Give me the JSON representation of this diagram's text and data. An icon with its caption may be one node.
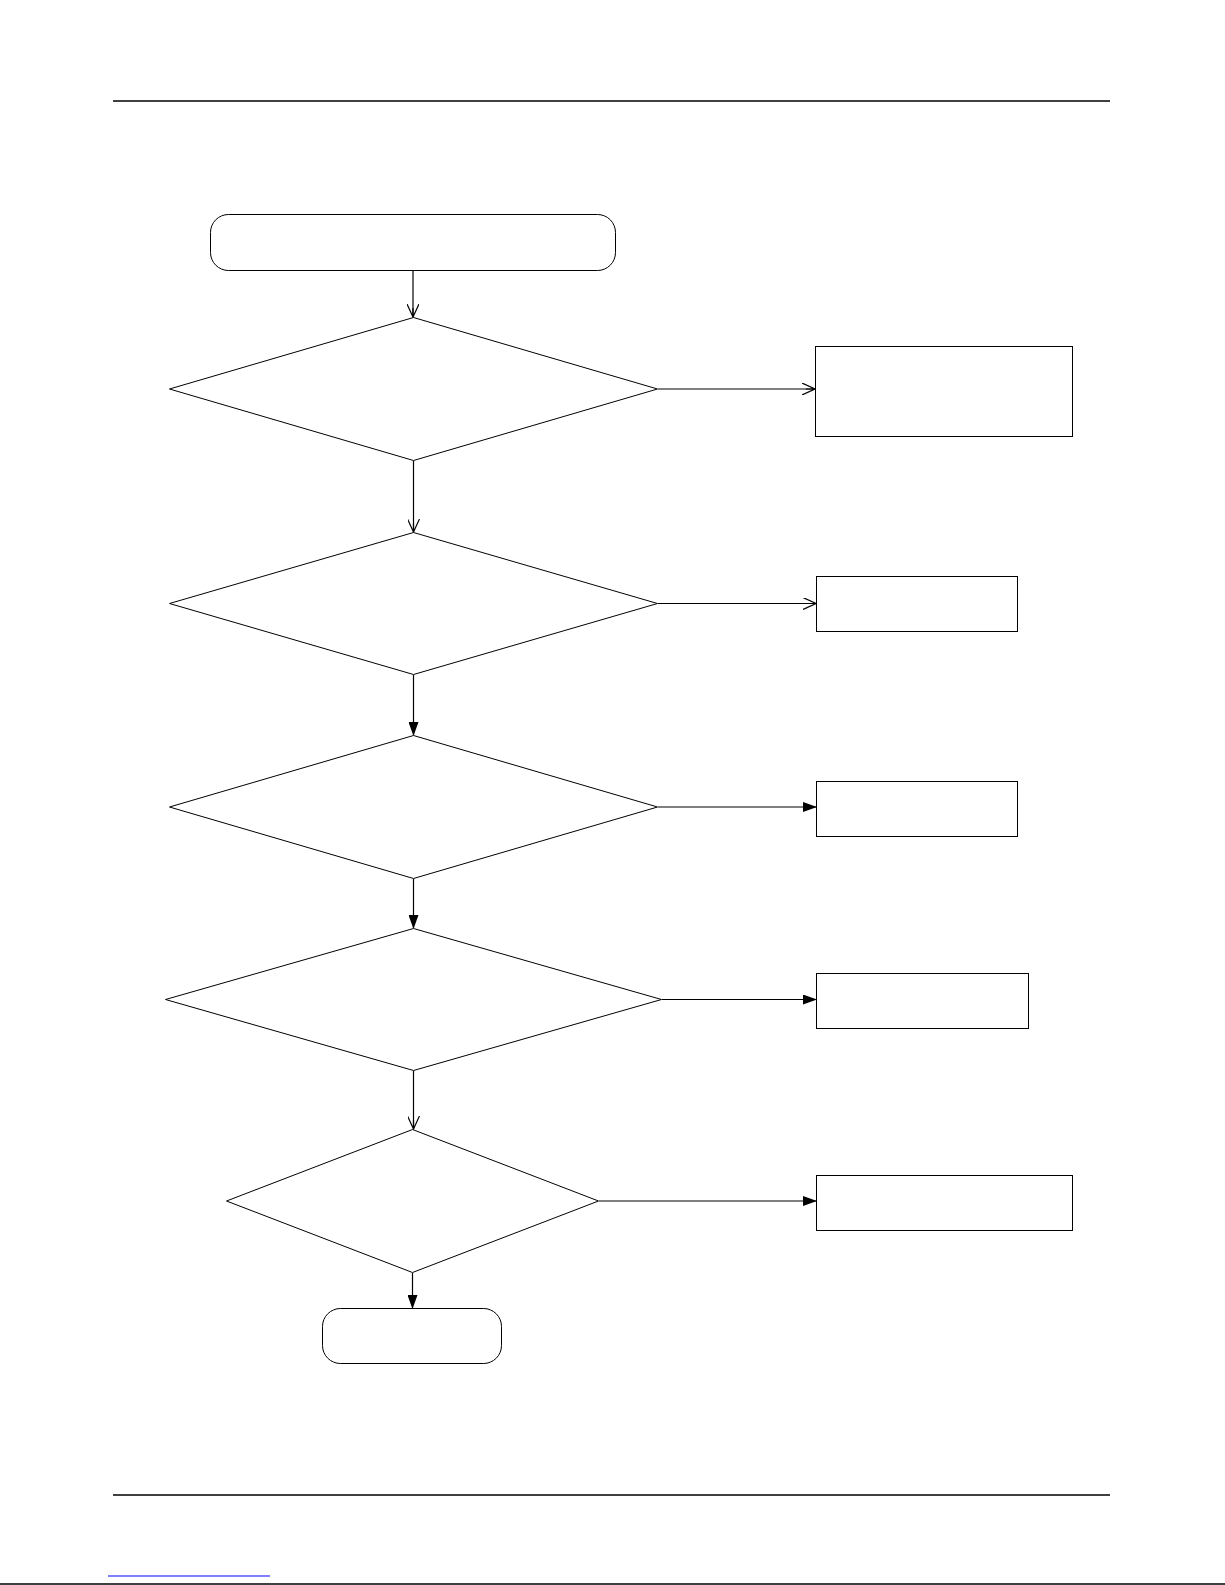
{
  "diagram": {
    "nodes": [
      {
        "text": [],
        "shape": "rounded"
      },
      {
        "text": [],
        "shape": "diamond"
      },
      {
        "text": [],
        "shape": "box"
      },
      {
        "text": [],
        "shape": "diamond"
      },
      {
        "text": [],
        "shape": "box"
      },
      {
        "text": [],
        "shape": "diamond"
      },
      {
        "text": [],
        "shape": "box"
      },
      {
        "text": [],
        "shape": "diamond"
      },
      {
        "text": [],
        "shape": "box"
      },
      {
        "text": [],
        "shape": "diamond"
      },
      {
        "text": [],
        "shape": "box"
      },
      {
        "text": [],
        "shape": "rounded"
      }
    ],
    "edges": [
      {
        "from": 0,
        "to": 1,
        "arrow": "to"
      },
      {
        "from": 1,
        "to": 2,
        "arrow": "to"
      },
      {
        "from": 1,
        "to": 3,
        "arrow": "to"
      },
      {
        "from": 3,
        "to": 4,
        "arrow": "to"
      },
      {
        "from": 3,
        "to": 5,
        "arrow": "to"
      },
      {
        "from": 5,
        "to": 6,
        "arrow": "to"
      },
      {
        "from": 5,
        "to": 7,
        "arrow": "to"
      },
      {
        "from": 7,
        "to": 8,
        "arrow": "to"
      },
      {
        "from": 7,
        "to": 9,
        "arrow": "to"
      },
      {
        "from": 9,
        "to": 10,
        "arrow": "to"
      },
      {
        "from": 9,
        "to": 11,
        "arrow": "to"
      }
    ]
  }
}
